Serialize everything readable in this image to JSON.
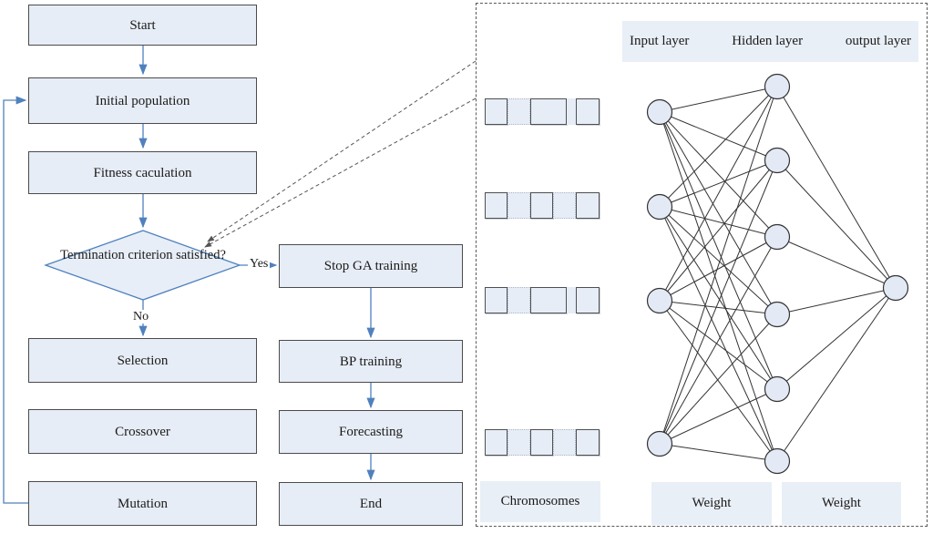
{
  "colors": {
    "connector_blue": "#4f81bd",
    "box_fill": "#e7edf6",
    "band_fill": "#e9eff7",
    "box_border": "#4b4b4b",
    "network_line": "#333333",
    "node_fill": "#e3eaf5"
  },
  "flowchart": {
    "boxes": {
      "start": "Start",
      "initial_population": "Initial population",
      "fitness_calculation": "Fitness caculation",
      "selection": "Selection",
      "crossover": "Crossover",
      "mutation": "Mutation",
      "stop_ga": "Stop GA training",
      "bp_training": "BP training",
      "forecasting": "Forecasting",
      "end": "End"
    },
    "decision": {
      "label": "Termination criterion satisfied?",
      "yes": "Yes",
      "no": "No"
    }
  },
  "panel": {
    "layer_labels": {
      "input": "Input layer",
      "hidden": "Hidden layer",
      "output": "output layer"
    },
    "chromosomes_label": "Chromosomes",
    "weight_left": "Weight",
    "weight_right": "Weight",
    "network": {
      "input_nodes": 4,
      "hidden_nodes": 6,
      "output_nodes": 1
    },
    "chromosome_strips": 4
  }
}
